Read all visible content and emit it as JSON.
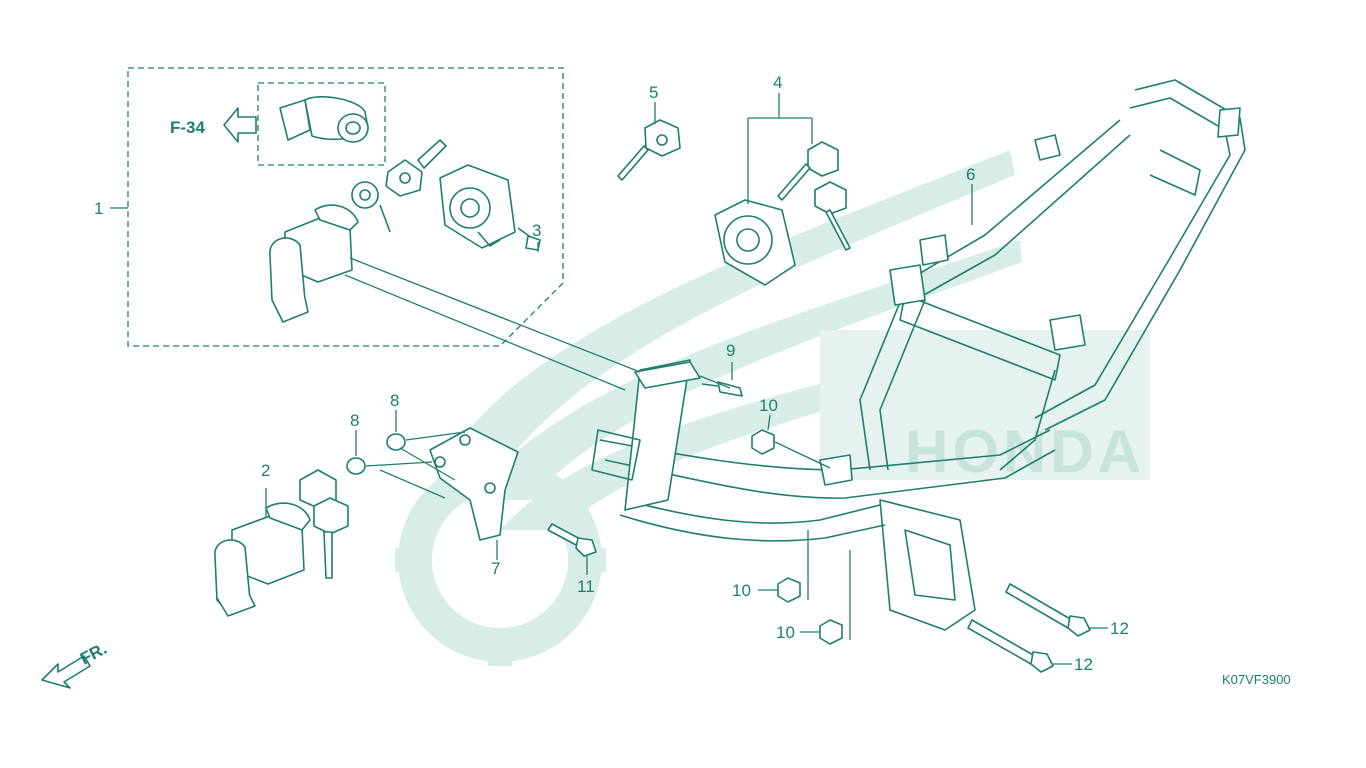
{
  "diagram": {
    "code": "K07VF3900",
    "reference": "F-34",
    "front_marker": "FR.",
    "watermark_brand": "HONDA",
    "colors": {
      "line": "#1e7f6e",
      "watermark": "#d9ede8",
      "background": "#ffffff"
    },
    "callouts": [
      {
        "id": "1",
        "label": "1"
      },
      {
        "id": "2",
        "label": "2"
      },
      {
        "id": "3",
        "label": "3"
      },
      {
        "id": "4",
        "label": "4"
      },
      {
        "id": "5",
        "label": "5"
      },
      {
        "id": "6",
        "label": "6"
      },
      {
        "id": "7",
        "label": "7"
      },
      {
        "id": "8a",
        "label": "8"
      },
      {
        "id": "8b",
        "label": "8"
      },
      {
        "id": "9",
        "label": "9"
      },
      {
        "id": "10a",
        "label": "10"
      },
      {
        "id": "10b",
        "label": "10"
      },
      {
        "id": "10c",
        "label": "10"
      },
      {
        "id": "11",
        "label": "11"
      },
      {
        "id": "12a",
        "label": "12"
      },
      {
        "id": "12b",
        "label": "12"
      }
    ]
  }
}
